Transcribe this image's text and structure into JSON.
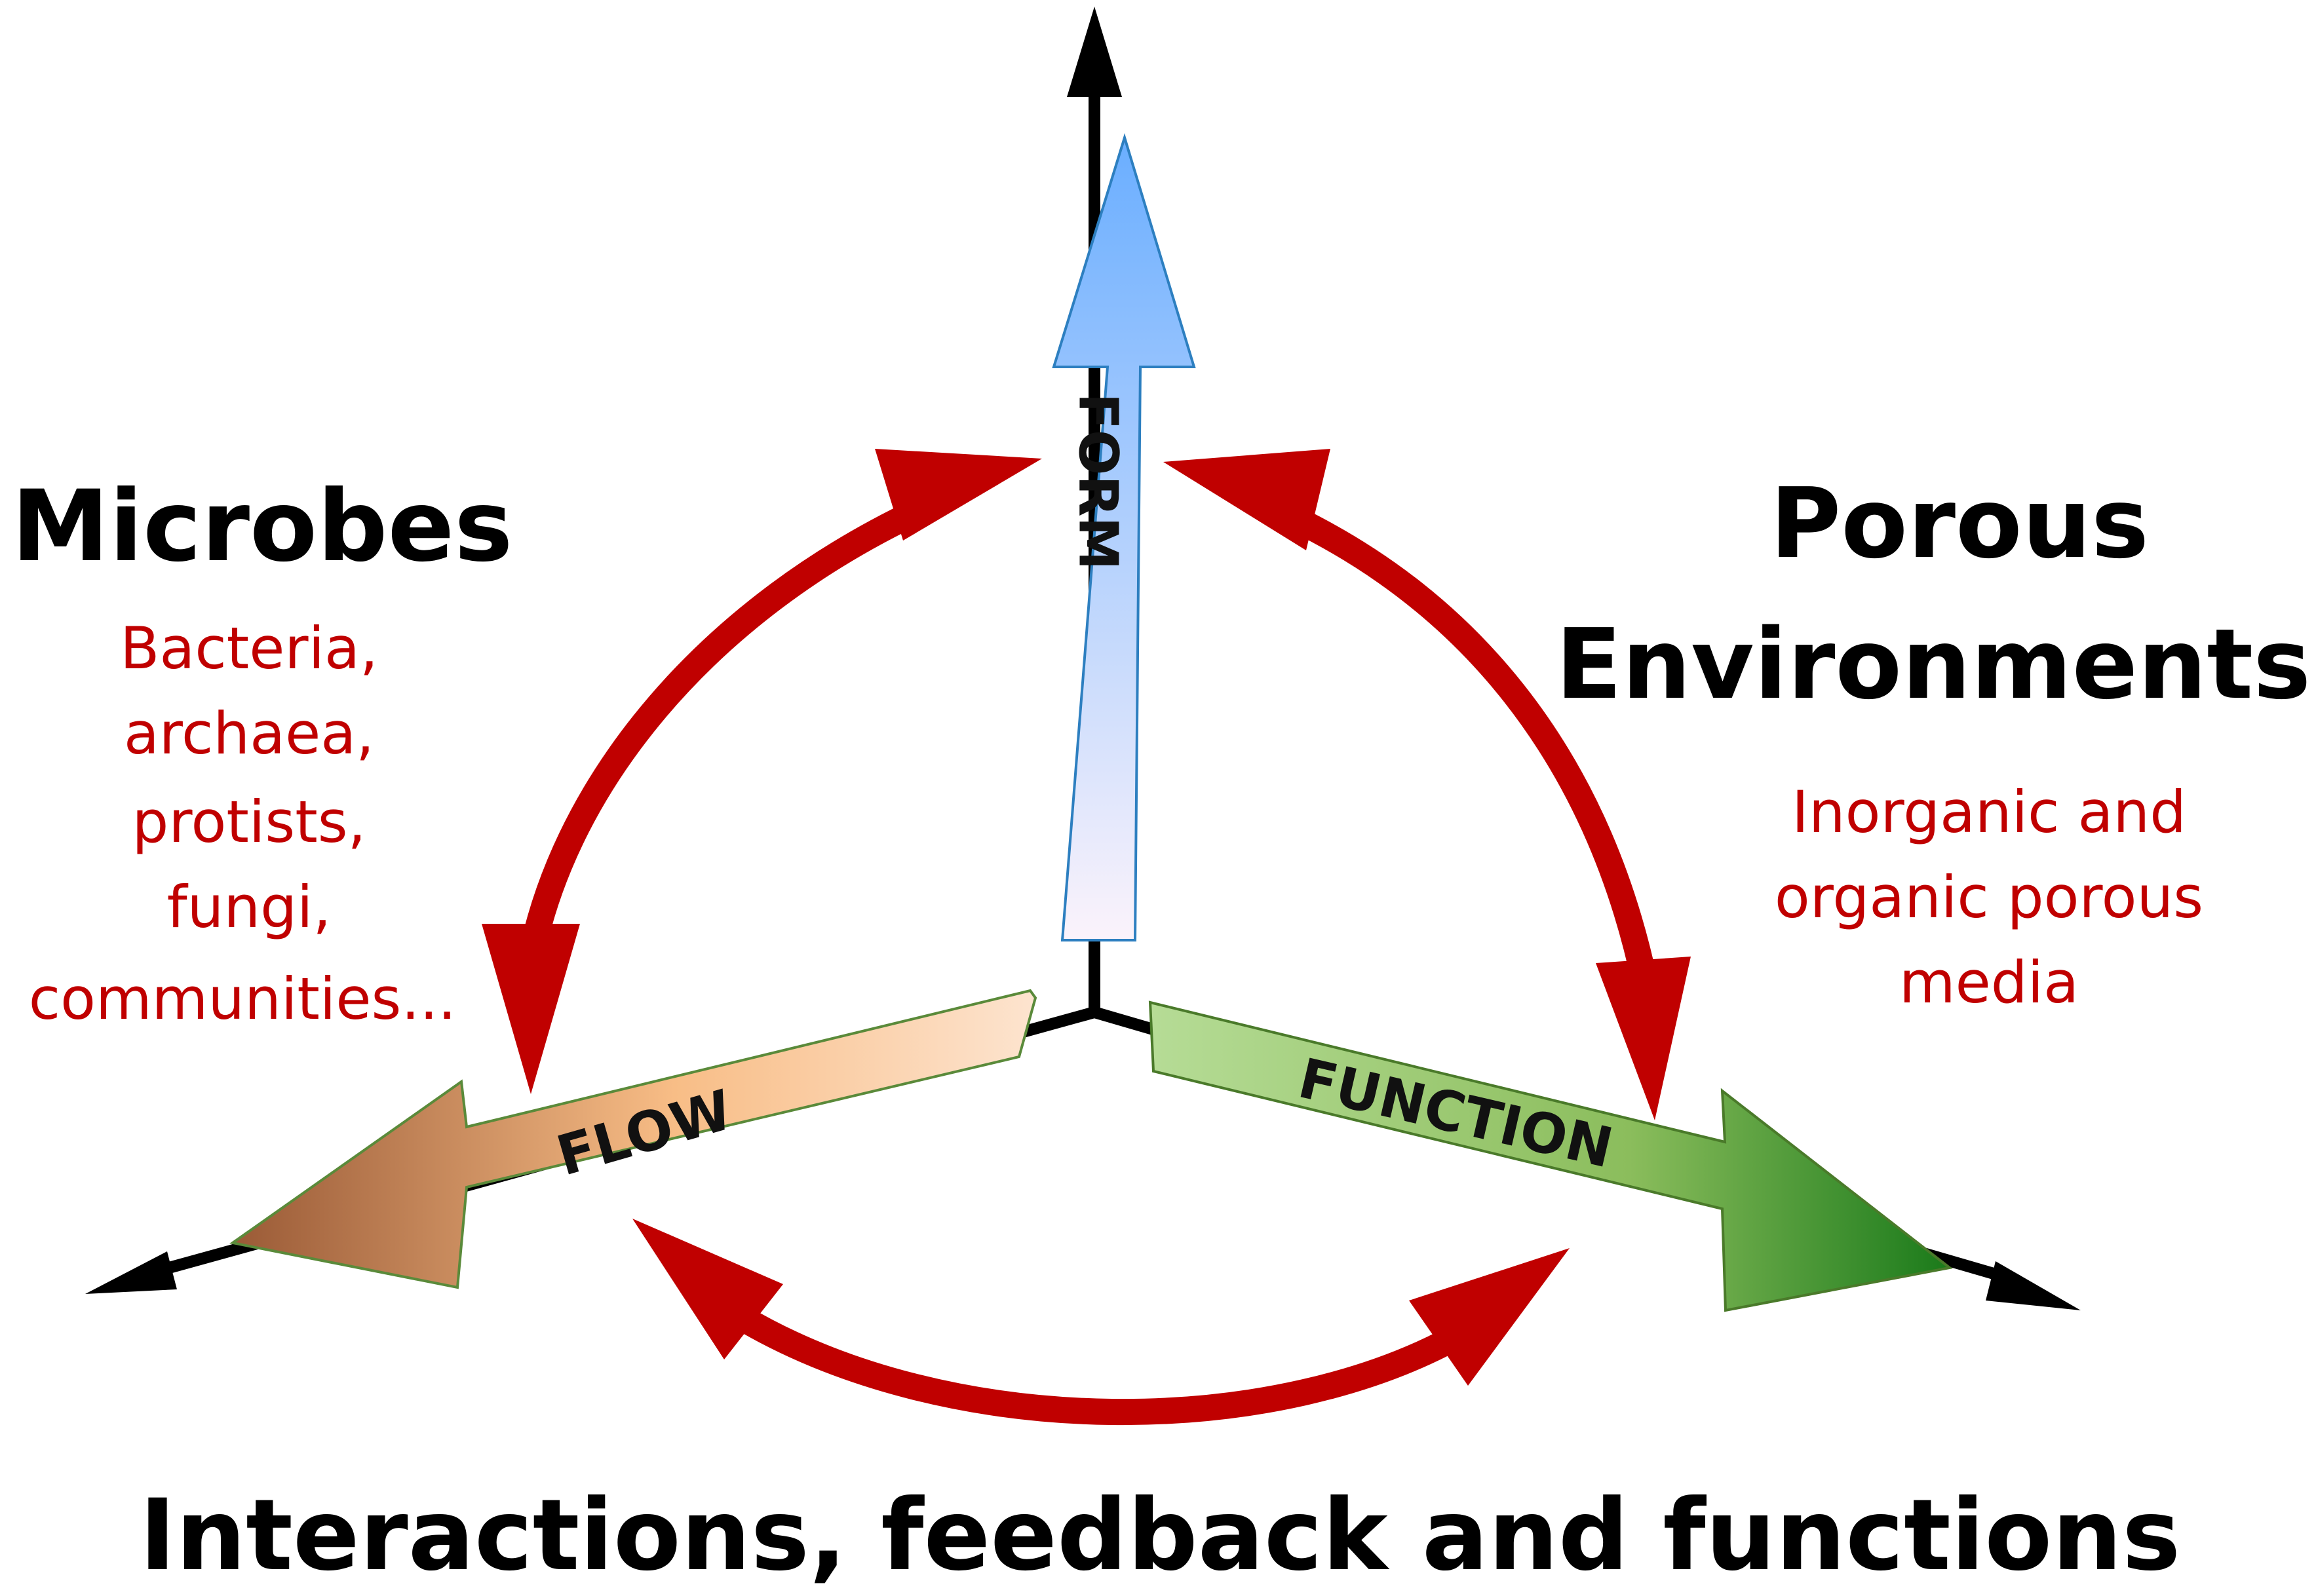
{
  "axes": {
    "form": {
      "label": "FORM"
    },
    "flow": {
      "label": "FLOW"
    },
    "function": {
      "label": "FUNCTION"
    }
  },
  "microbes": {
    "title": "Microbes",
    "items": [
      "Bacteria,",
      "archaea,",
      "protists,",
      "fungi,",
      "communities..."
    ]
  },
  "porous": {
    "title_lines": [
      "Porous",
      "Environments"
    ],
    "items": [
      "Inorganic and",
      "organic porous",
      "media"
    ]
  },
  "footer": {
    "caption": "Interactions, feedback and functions"
  },
  "colors": {
    "interaction_arrow": "#c00000",
    "axis": "#000000",
    "form_gradient": [
      "#6aaeff",
      "#fbf3fb"
    ],
    "flow_gradient": [
      "#9a5a36",
      "#fde0c8"
    ],
    "function_gradient": [
      "#b6dc96",
      "#1a7a1a"
    ],
    "subtitle_text": "#c00000"
  }
}
